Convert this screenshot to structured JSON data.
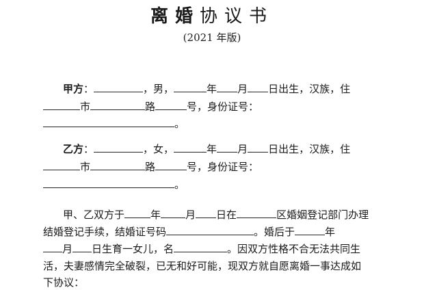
{
  "title_bold": "离婚",
  "title_rest": "协议书",
  "edition": "(2021 年版)",
  "party_a": {
    "label": "甲方",
    "colon": "：",
    "gender": "，男，",
    "year": "年",
    "month": "月",
    "birth": "日出生，汉族，住",
    "city": "市",
    "road": "路",
    "id": "号，身份证号：",
    "end": "。"
  },
  "party_b": {
    "label": "乙方",
    "colon": "：",
    "gender": "，女，",
    "year": "年",
    "month": "月",
    "birth": "日出生，汉族，住",
    "city": "市",
    "road": "路",
    "id": "号，身份证号：",
    "end": "。"
  },
  "body": {
    "p1a": "甲、乙双方于",
    "p1b": "年",
    "p1c": "月",
    "p1d": "日在",
    "p1e": "区婚姻登记部门办理",
    "p2a": "结婚登记手续，结婚证号码",
    "p2b": "。婚后于",
    "p2c": "年",
    "p3a": "月",
    "p3b": "日生育一女儿，名",
    "p3c": "。因双方性格不合无法共同生",
    "p4": "活，夫妻感情完全破裂，已无和好可能，现双方就自愿离婚一事达成如",
    "p5": "下协议："
  }
}
